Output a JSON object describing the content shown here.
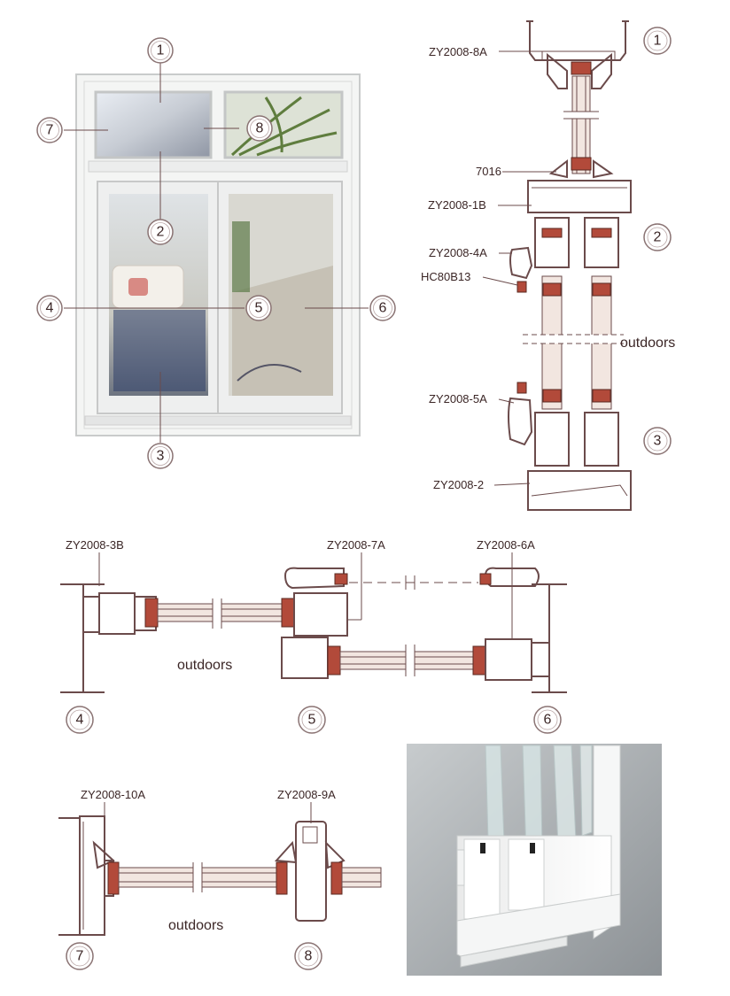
{
  "callouts": [
    "1",
    "2",
    "3",
    "4",
    "5",
    "6",
    "7",
    "8"
  ],
  "vertical_section": {
    "labels": [
      "ZY2008-8A",
      "7016",
      "ZY2008-1B",
      "ZY2008-4A",
      "HC80B13",
      "ZY2008-5A",
      "ZY2008-2"
    ],
    "outdoors": "outdoors",
    "markers": [
      "1",
      "2",
      "3"
    ]
  },
  "horizontal_section_sliding": {
    "labels": [
      "ZY2008-3B",
      "ZY2008-7A",
      "ZY2008-6A"
    ],
    "outdoors": "outdoors",
    "markers": [
      "4",
      "5",
      "6"
    ]
  },
  "horizontal_section_fixed": {
    "labels": [
      "ZY2008-10A",
      "ZY2008-9A"
    ],
    "outdoors": "outdoors",
    "markers": [
      "7",
      "8"
    ]
  },
  "colors": {
    "profile_line": "#6b4b4b",
    "seal": "#b24a3a",
    "text": "#3b2626",
    "photo_bg": "#a9aeb0"
  }
}
